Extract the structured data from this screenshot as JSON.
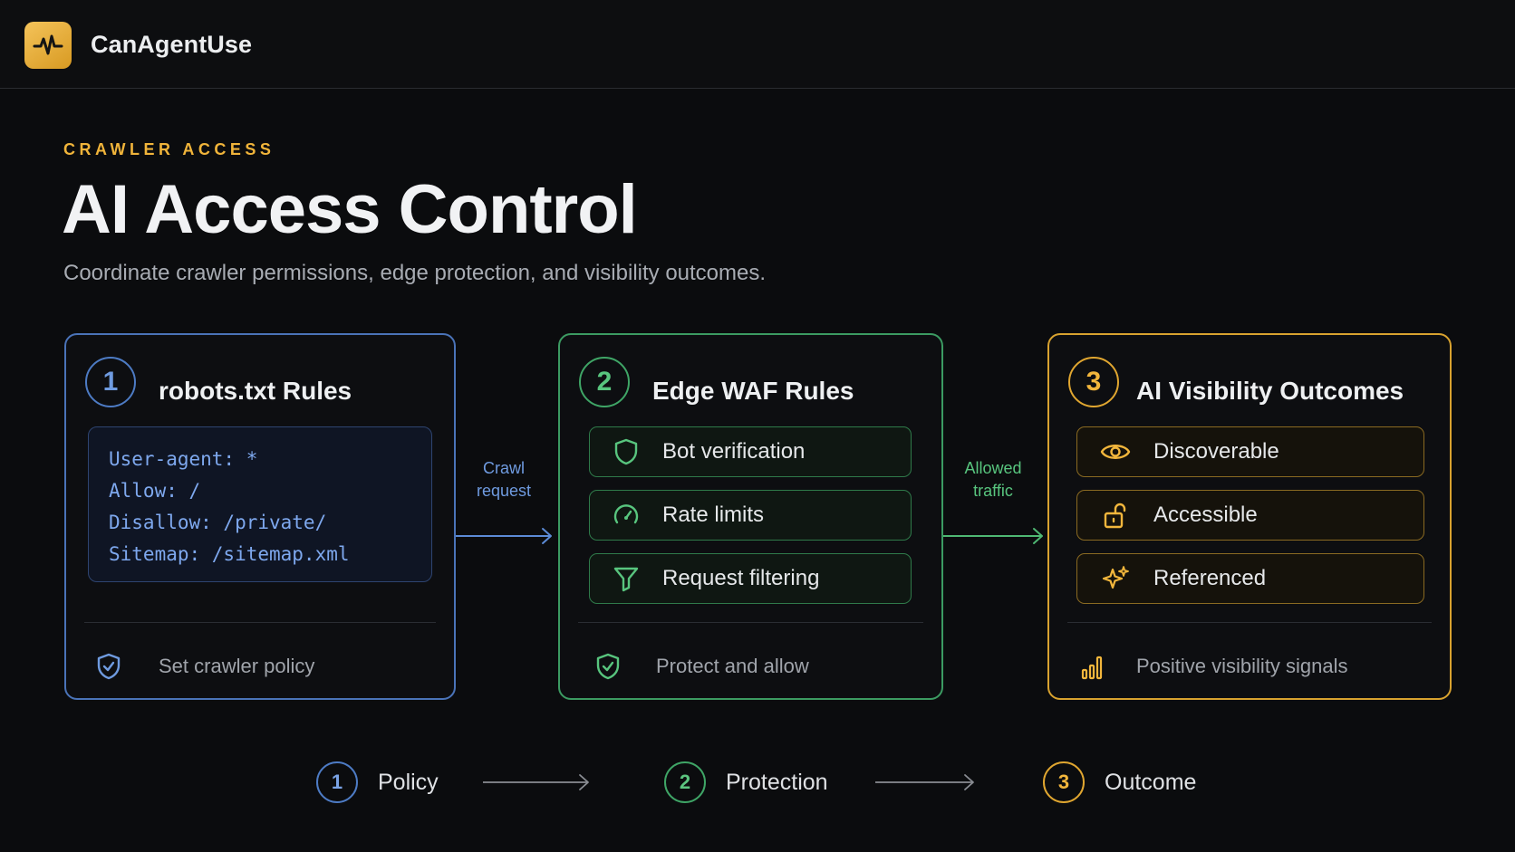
{
  "header": {
    "brand": "CanAgentUse",
    "logo_icon": "pulse-icon"
  },
  "hero": {
    "eyebrow": "CRAWLER ACCESS",
    "title": "AI Access Control",
    "subtitle": "Coordinate crawler permissions, edge protection, and visibility outcomes."
  },
  "cards": [
    {
      "number": "1",
      "title": "robots.txt Rules",
      "accent": "#4a73b8",
      "code_lines": [
        "User-agent: *",
        "Allow: /",
        "Disallow: /private/",
        "Sitemap: /sitemap.xml"
      ],
      "footer": {
        "icon": "shield-check-icon",
        "label": "Set crawler policy"
      }
    },
    {
      "number": "2",
      "title": "Edge WAF Rules",
      "accent": "#3c9b62",
      "items": [
        {
          "icon": "shield-icon",
          "label": "Bot verification"
        },
        {
          "icon": "gauge-icon",
          "label": "Rate limits"
        },
        {
          "icon": "filter-icon",
          "label": "Request filtering"
        }
      ],
      "footer": {
        "icon": "shield-check-icon",
        "label": "Protect and allow"
      }
    },
    {
      "number": "3",
      "title": "AI Visibility Outcomes",
      "accent": "#d8a22f",
      "items": [
        {
          "icon": "eye-icon",
          "label": "Discoverable"
        },
        {
          "icon": "unlock-icon",
          "label": "Accessible"
        },
        {
          "icon": "sparkle-icon",
          "label": "Referenced"
        }
      ],
      "footer": {
        "icon": "bar-chart-icon",
        "label": "Positive visibility signals"
      }
    }
  ],
  "connectors": [
    {
      "line1": "Crawl",
      "line2": "request",
      "color": "#6f9be0"
    },
    {
      "line1": "Allowed",
      "line2": "traffic",
      "color": "#58c57e"
    }
  ],
  "steps": [
    {
      "number": "1",
      "label": "Policy"
    },
    {
      "number": "2",
      "label": "Protection"
    },
    {
      "number": "3",
      "label": "Outcome"
    }
  ]
}
